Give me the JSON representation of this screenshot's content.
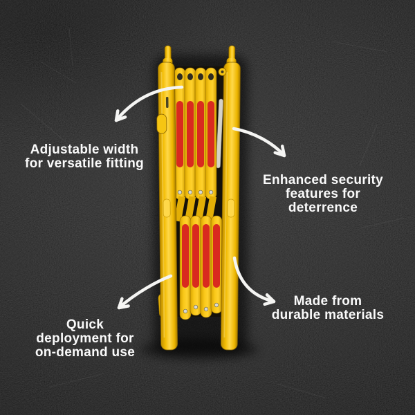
{
  "image": {
    "subject": "folded expandable safety barrier",
    "colors": {
      "background": "#1f1f1f",
      "barrier_yellow": "#f6c513",
      "reflective_red": "#d92a1f",
      "text": "#fafafa",
      "arrow": "#f5f5f3"
    }
  },
  "callouts": [
    {
      "id": "adjustable-width",
      "lines": [
        "Adjustable width",
        "for versatile fitting"
      ]
    },
    {
      "id": "enhanced-security",
      "lines": [
        "Enhanced security",
        "features for",
        "deterrence"
      ]
    },
    {
      "id": "quick-deployment",
      "lines": [
        "Quick",
        "deployment for",
        "on-demand use"
      ]
    },
    {
      "id": "durable-materials",
      "lines": [
        "Made from",
        "durable materials"
      ]
    }
  ]
}
